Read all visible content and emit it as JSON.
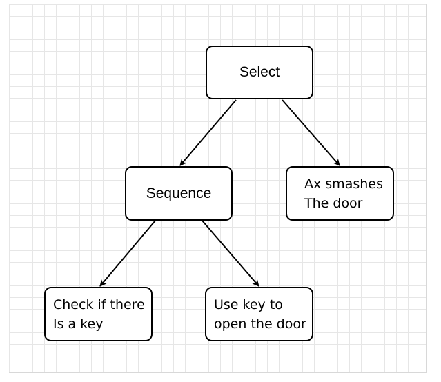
{
  "diagram": {
    "nodes": {
      "select": {
        "label": "Select"
      },
      "sequence": {
        "label": "Sequence"
      },
      "ax_smashes": {
        "line1": "Ax smashes",
        "line2": "The door"
      },
      "check_key": {
        "line1": "Check if there",
        "line2": "Is a key"
      },
      "use_key": {
        "line1": "Use key to",
        "line2": "open the door"
      }
    },
    "edges": [
      {
        "from": "select",
        "to": "sequence"
      },
      {
        "from": "select",
        "to": "ax_smashes"
      },
      {
        "from": "sequence",
        "to": "check_key"
      },
      {
        "from": "sequence",
        "to": "use_key"
      }
    ],
    "colors": {
      "stroke": "#000000",
      "grid": "#e6e6e6",
      "background": "#ffffff"
    }
  }
}
